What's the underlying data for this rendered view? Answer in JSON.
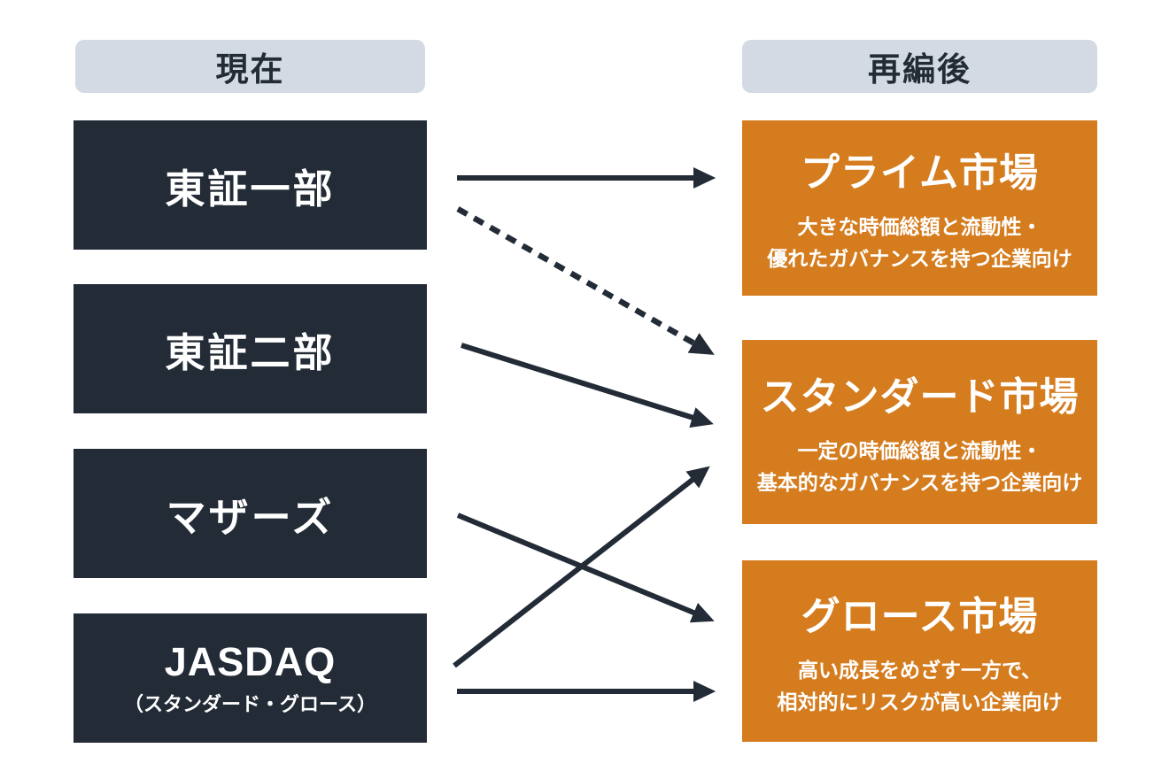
{
  "diagram": {
    "title_implicit": "",
    "left_header": "現在",
    "right_header": "再編後",
    "current_markets": [
      {
        "label": "東証一部"
      },
      {
        "label": "東証二部"
      },
      {
        "label": "マザーズ"
      },
      {
        "label": "JASDAQ",
        "sublabel": "（スタンダード・グロース）"
      }
    ],
    "new_markets": [
      {
        "label": "プライム市場",
        "desc_line1": "大きな時価総額と流動性・",
        "desc_line2": "優れたガバナンスを持つ企業向け"
      },
      {
        "label": "スタンダード市場",
        "desc_line1": "一定の時価総額と流動性・",
        "desc_line2": "基本的なガバナンスを持つ企業向け"
      },
      {
        "label": "グロース市場",
        "desc_line1": "高い成長をめざす一方で、",
        "desc_line2": "相対的にリスクが高い企業向け"
      }
    ],
    "connections": [
      {
        "from": "東証一部",
        "to": "プライム市場",
        "style": "solid"
      },
      {
        "from": "東証一部",
        "to": "スタンダード市場",
        "style": "dashed"
      },
      {
        "from": "東証二部",
        "to": "スタンダード市場",
        "style": "solid"
      },
      {
        "from": "マザーズ",
        "to": "グロース市場",
        "style": "solid"
      },
      {
        "from": "JASDAQ",
        "to": "スタンダード市場",
        "style": "solid"
      },
      {
        "from": "JASDAQ",
        "to": "グロース市場",
        "style": "solid"
      }
    ],
    "colors": {
      "current_box": "#222b36",
      "new_box": "#d57c1e",
      "header_bg": "#d3dae3",
      "arrow": "#222b36",
      "background": "#ffffff"
    }
  }
}
